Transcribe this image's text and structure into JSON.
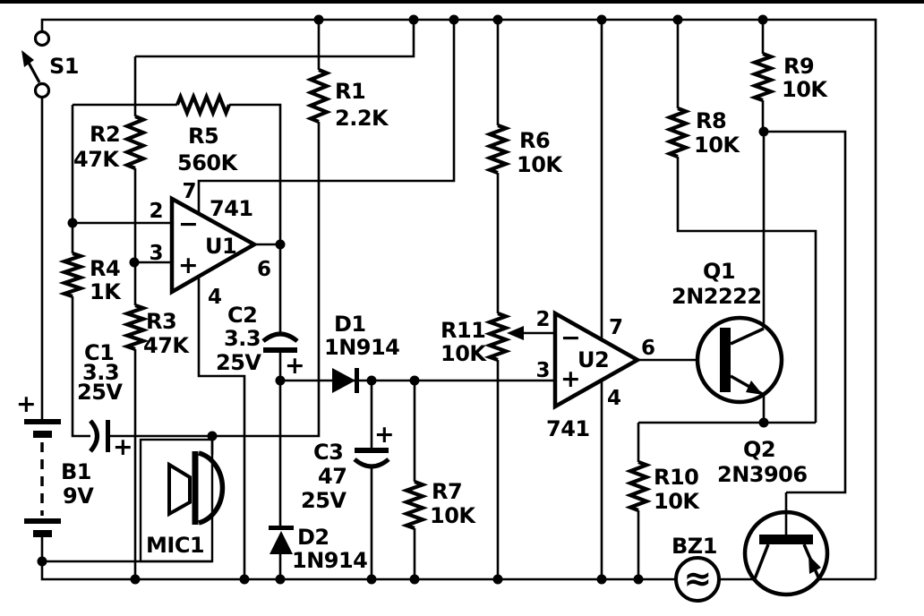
{
  "schematic": {
    "kind": "analog circuit schematic (scanned)",
    "components": {
      "s1": {
        "ref": "S1"
      },
      "b1": {
        "ref": "B1",
        "value": "9V",
        "polarity": "+"
      },
      "r1": {
        "ref": "R1",
        "value": "2.2K"
      },
      "r2": {
        "ref": "R2",
        "value": "47K"
      },
      "r3": {
        "ref": "R3",
        "value": "47K"
      },
      "r4": {
        "ref": "R4",
        "value": "1K"
      },
      "r5": {
        "ref": "R5",
        "value": "560K"
      },
      "r6": {
        "ref": "R6",
        "value": "10K"
      },
      "r7": {
        "ref": "R7",
        "value": "10K"
      },
      "r8": {
        "ref": "R8",
        "value": "10K"
      },
      "r9": {
        "ref": "R9",
        "value": "10K"
      },
      "r10": {
        "ref": "R10",
        "value": "10K"
      },
      "r11": {
        "ref": "R11",
        "value": "10K"
      },
      "c1": {
        "ref": "C1",
        "value": "3.3",
        "voltage": "25V",
        "polarity": "+"
      },
      "c2": {
        "ref": "C2",
        "value": "3.3",
        "voltage": "25V",
        "polarity": "+"
      },
      "c3": {
        "ref": "C3",
        "value": "47",
        "voltage": "25V",
        "polarity": "+"
      },
      "d1": {
        "ref": "D1",
        "value": "1N914"
      },
      "d2": {
        "ref": "D2",
        "value": "1N914"
      },
      "u1": {
        "ref": "U1",
        "part": "741",
        "pin2": "2",
        "pin3": "3",
        "pin4": "4",
        "pin6": "6",
        "pin7": "7",
        "minus": "−",
        "plus": "+"
      },
      "u2": {
        "ref": "U2",
        "part": "741",
        "pin2": "2",
        "pin3": "3",
        "pin4": "4",
        "pin6": "6",
        "pin7": "7",
        "minus": "−",
        "plus": "+"
      },
      "q1": {
        "ref": "Q1",
        "value": "2N2222"
      },
      "q2": {
        "ref": "Q2",
        "value": "2N3906"
      },
      "mic1": {
        "ref": "MIC1"
      },
      "bz1": {
        "ref": "BZ1",
        "symbol": "≈"
      }
    },
    "line_color": "#000000",
    "background_color": "#ffffff"
  }
}
